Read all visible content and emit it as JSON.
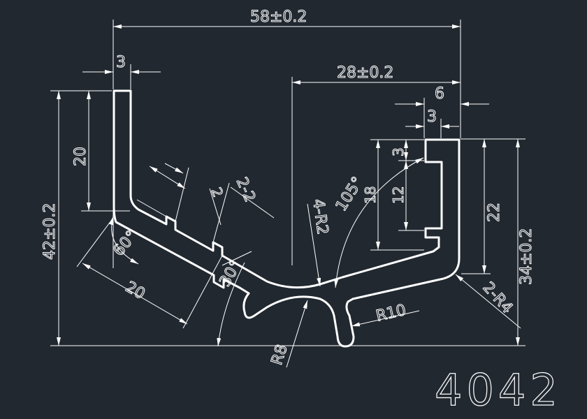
{
  "part_number": "4042",
  "dimensions": {
    "overall_width": "58±0.2",
    "right_width": "28±0.2",
    "left_wall_thickness": "3",
    "right_flange_width": "6",
    "right_flange_inner": "3",
    "left_height": "20",
    "total_height": "42±0.2",
    "right_height": "34±0.2",
    "right_inner_height": "22",
    "right_top_3": "3",
    "right_slot_12": "12",
    "right_depth_18": "18",
    "angle_105": "105°",
    "angle_60": "60°",
    "angle_30": "30°",
    "groove_2": "2",
    "groove_2_2": "2-2",
    "inclined_length": "20",
    "radius_r2": "4-R2",
    "radius_r4": "2-R4",
    "radius_r10": "R10",
    "radius_r8": "R8"
  },
  "colors": {
    "background": "#212830",
    "lines": "#ffffff"
  }
}
